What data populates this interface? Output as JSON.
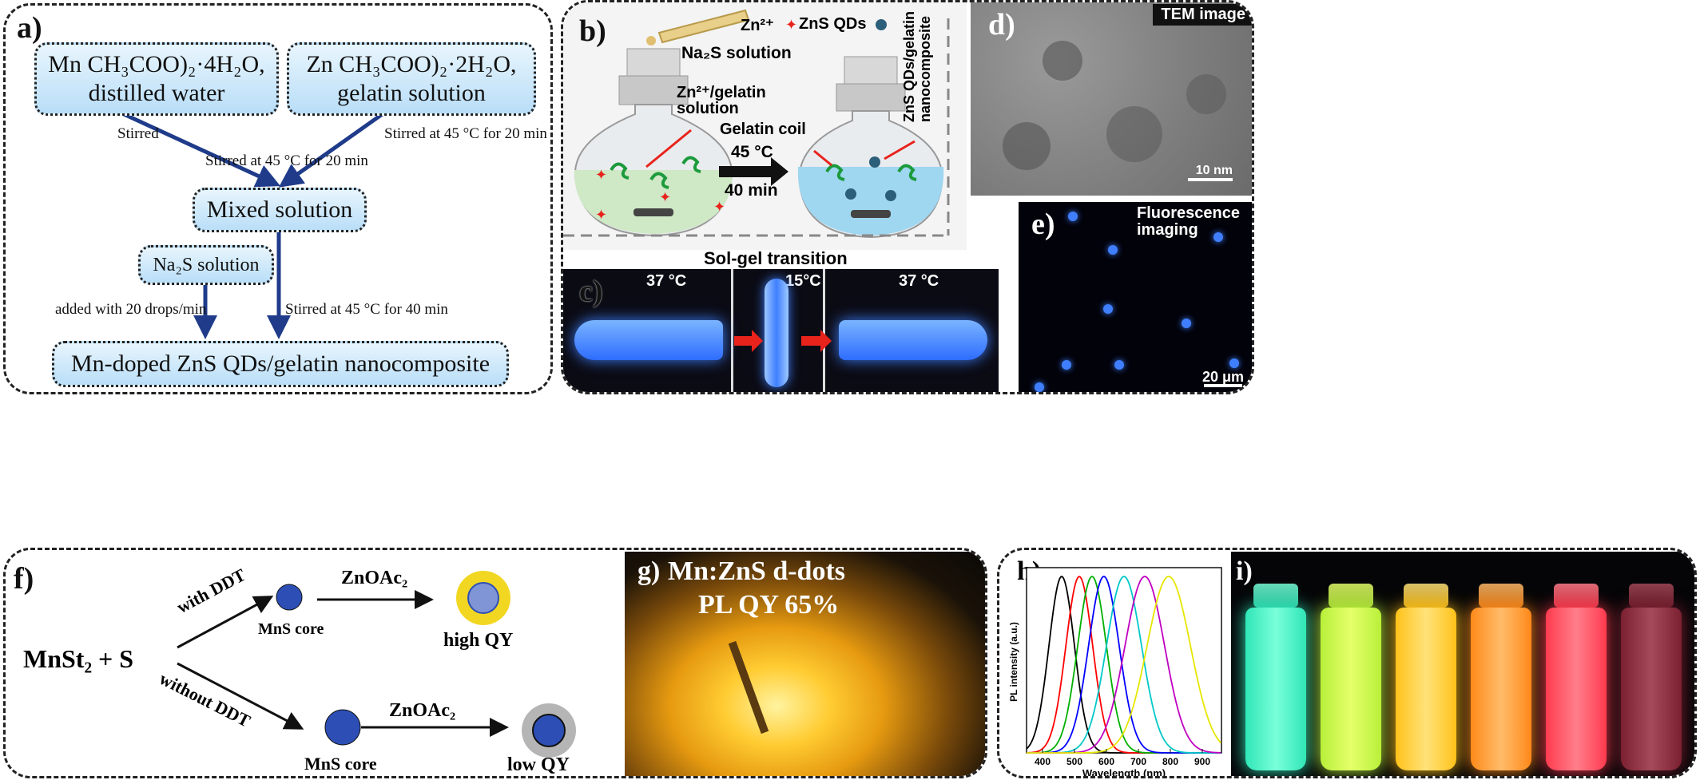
{
  "panel_a": {
    "label": "a)",
    "box_mn_line1": "Mn CH₃COO)₂·4H₂O,",
    "box_mn_line2": "distilled water",
    "box_zn_line1": "Zn CH₃COO)₂·2H₂O,",
    "box_zn_line2": "gelatin solution",
    "step_stirred": "Stirred",
    "step_stirred_45_20_a": "Stirred at 45 °C for 20 min",
    "step_stirred_45_20_b": "Stirred at 45 °C for 20 min",
    "box_mixed": "Mixed solution",
    "box_na2s": "Na₂S solution",
    "step_drops": "added with 20 drops/min",
    "step_stirred_45_40": "Stirred at 45 °C for 40 min",
    "box_final": "Mn-doped ZnS QDs/gelatin nanocomposite"
  },
  "panel_b": {
    "label": "b)",
    "legend_zn": "Zn²⁺",
    "legend_qds": "ZnS QDs",
    "na2s": "Na₂S solution",
    "zn_gelatin_1": "Zn²⁺/gelatin",
    "zn_gelatin_2": "solution",
    "gelatin_coil": "Gelatin coil",
    "temp": "45 °C",
    "time": "40 min",
    "vertical_1": "ZnS QDs/gelatin",
    "vertical_2": "nanocomposite"
  },
  "panel_c": {
    "label": "c)",
    "title": "Sol-gel transition",
    "t1": "37 °C",
    "t2": "15°C",
    "t3": "37 °C"
  },
  "panel_d": {
    "label": "d)",
    "tag": "TEM image",
    "scale": "10 nm"
  },
  "panel_e": {
    "label": "e)",
    "tag_1": "Fluorescence",
    "tag_2": "imaging",
    "scale": "20 μm"
  },
  "panel_f": {
    "label": "f)",
    "reactant": "MnSt₂ + S",
    "with_ddt": "with DDT",
    "without_ddt": "without DDT",
    "core_top": "MnS core",
    "core_bottom": "MnS core",
    "zn_top": "ZnOAc₂",
    "zn_bottom": "ZnOAc₂",
    "high_qy": "high QY",
    "low_qy": "low QY"
  },
  "panel_g": {
    "label": "g)",
    "title_1": "Mn:ZnS d-dots",
    "title_2": "PL QY  65%"
  },
  "panel_h": {
    "label": "h)",
    "ylabel": "PL intensity (a.u.)",
    "xlabel": "Wavelength (nm)",
    "xticks": [
      "400",
      "500",
      "600",
      "700",
      "800",
      "900"
    ]
  },
  "panel_i": {
    "label": "i)"
  },
  "colors": {
    "arrow": "#1f3b8a",
    "box_top": "#e8f5fd",
    "box_bottom": "#b9def8",
    "fluor_blue": "#3f7fff",
    "red_arrow": "#e8231c"
  },
  "chart_data": {
    "type": "line",
    "title": "",
    "xlabel": "Wavelength (nm)",
    "ylabel": "PL intensity (a.u.)",
    "xlim": [
      350,
      960
    ],
    "ylim": [
      0,
      1.05
    ],
    "series": [
      {
        "color": "#000000",
        "peak": 460,
        "width": 40
      },
      {
        "color": "#ff0000",
        "peak": 515,
        "width": 42
      },
      {
        "color": "#00b000",
        "peak": 555,
        "width": 45
      },
      {
        "color": "#0000ff",
        "peak": 592,
        "width": 48
      },
      {
        "color": "#00c8c8",
        "peak": 655,
        "width": 55
      },
      {
        "color": "#c000c0",
        "peak": 720,
        "width": 62
      },
      {
        "color": "#e6e600",
        "peak": 795,
        "width": 68
      }
    ]
  },
  "vials": [
    {
      "color": "#2fe6b8",
      "glow": "#7affd9"
    },
    {
      "color": "#b8f03a",
      "glow": "#e5ff6a"
    },
    {
      "color": "#ffc21a",
      "glow": "#ffe27a"
    },
    {
      "color": "#ff8a1a",
      "glow": "#ffbb6a"
    },
    {
      "color": "#ff3b4f",
      "glow": "#ff7e8a"
    },
    {
      "color": "#7a2030",
      "glow": "#a54a5a"
    }
  ]
}
